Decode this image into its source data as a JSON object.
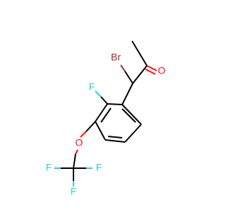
{
  "molecule": {
    "atoms": {
      "bromine": "Br",
      "oxygen_carbonyl": "O",
      "fluorine_ring": "F",
      "oxygen_ether": "O",
      "fluorine_1": "F",
      "fluorine_2": "F",
      "fluorine_3": "F"
    },
    "colors": {
      "bond": "#000000",
      "bromine": "#A62929",
      "oxygen": "#FF0D0D",
      "fluorine": "#33CCCC"
    }
  }
}
